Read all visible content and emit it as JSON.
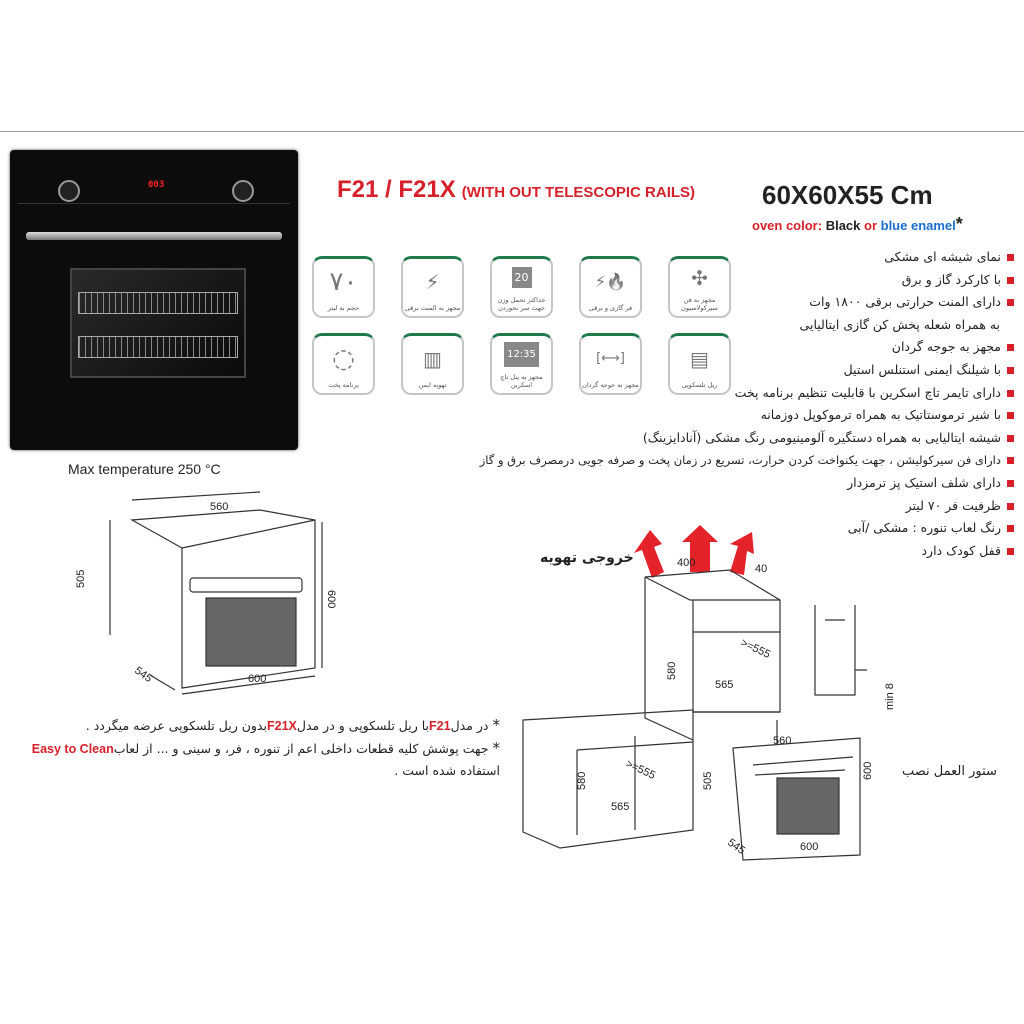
{
  "header": {
    "model": "F21 / F21X",
    "rails_note": "(WITH OUT TELESCOPIC  RAILS)",
    "size": "60X60X55 Cm",
    "color_label": "oven color: ",
    "color_black": "Black",
    "color_or": " or ",
    "color_blue": "blue enamel",
    "color_star": "*"
  },
  "oven_display": "003",
  "icons": [
    {
      "name": "capacity",
      "glyph": "۷۰",
      "label": "حجم به لیتر"
    },
    {
      "name": "electric-element",
      "glyph": "⚡",
      "label": "مجهز به المنت برقی"
    },
    {
      "name": "max-weight",
      "glyph": "20",
      "label": "حداکثر تحمل وزن جهت سر نخوردن"
    },
    {
      "name": "gas-electric",
      "glyph": "⚡🔥",
      "label": "فر گازی و برقی"
    },
    {
      "name": "circulation-fan",
      "glyph": "✣",
      "label": "مجهز به فن سیرکولاسیون"
    },
    {
      "name": "cooking-program",
      "glyph": "◌",
      "label": "برنامه پخت"
    },
    {
      "name": "safe-ventilation",
      "glyph": "▥",
      "label": "تهویه ایمن"
    },
    {
      "name": "touch-panel",
      "glyph": "12:35",
      "label": "مجهز به پنل تاچ اسکرین"
    },
    {
      "name": "rotisserie",
      "glyph": "[⟷]",
      "label": "مجهز به جوجه گردان"
    },
    {
      "name": "telescopic-rail",
      "glyph": "▤",
      "label": "ریل تلسکوپی"
    }
  ],
  "features": [
    "نمای شیشه ای مشکی",
    "با کارکرد گاز و برق",
    "دارای المنت حرارتی برقی ۱۸۰۰ وات",
    "به همراه شعله پخش کن گازی ایتالیایی",
    "مجهز به جوجه گردان",
    "با شیلنگ ایمنی استنلس استیل",
    "دارای تایمر تاچ اسکرین  با قابلیت تنظیم برنامه پخت",
    "با شیر ترموستاتیک به همراه ترموکوپل دوزمانه",
    "شیشه ایتالیایی به همراه دستگیره آلومینیومی رنگ مشکی (آنادایزینگ)",
    "دارای فن سیرکولیشن ، جهت یکنواخت کردن حرارت، تسریع در زمان پخت و صرفه جویی درمصرف برق و گاز",
    "دارای شلف استیک پز ترمزدار",
    "ظرفیت فر ۷۰ لیتر",
    "رنگ لعاب تنوره :  مشکی /آبی",
    "قفل کودک دارد"
  ],
  "max_temperature": "Max temperature 250 °C",
  "dims": {
    "w560": "560",
    "h505": "505",
    "h600": "600",
    "d545": "545",
    "w600": "600",
    "w400": "400",
    "d40": "40",
    "h580": "580",
    "d555": ">=555",
    "w565": "565",
    "min8": "min 8"
  },
  "vent_label": "خروجی تهویه",
  "install_label": "ستور العمل نصب",
  "notes": {
    "n1_a": "در مدل",
    "n1_f21": "F21",
    "n1_b": "با ریل تلسکوپی  و در مدل",
    "n1_f21x": "F21X",
    "n1_c": "بدون ریل تلسکوپی عرضه میگردد .",
    "n2_a": "جهت پوشش کلیه قطعات داخلی اعم از تنوره ، فر، و سینی و ... از لعاب",
    "n2_easy": "Easy to Clean",
    "n2_b": "استفاده شده است .",
    "star": "*"
  },
  "colors": {
    "accent": "#d8202a",
    "icon_border": "#1f7a4a",
    "blue": "#1a6fd0"
  }
}
